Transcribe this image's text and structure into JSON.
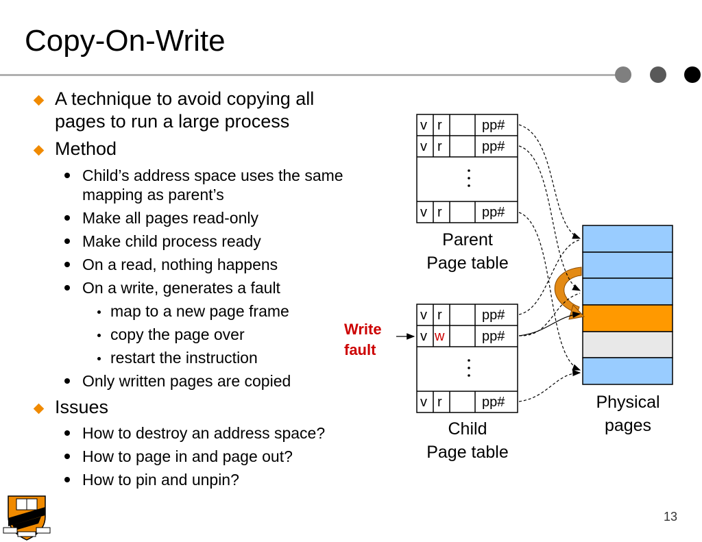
{
  "title": "Copy-On-Write",
  "slide_number": "13",
  "bullets": {
    "b1": "A technique to avoid copying all",
    "b1_cont": "pages to run a large process",
    "b2": "Method",
    "m1": "Child’s address space uses the same",
    "m1_cont": "mapping as parent’s",
    "m2": "Make all pages read-only",
    "m3": "Make child process ready",
    "m4": "On a read, nothing happens",
    "m5": "On a write, generates a fault",
    "s1": "map to a new page frame",
    "s2": "copy the page over",
    "s3": "restart the instruction",
    "m6": "Only written pages are copied",
    "b3": "Issues",
    "i1": "How to destroy an address space?",
    "i2": "How to page in and page out?",
    "i3": "How to pin and unpin?"
  },
  "diagram": {
    "cells": {
      "v": "v",
      "r": "r",
      "w": "w",
      "pp": "pp#"
    },
    "parent_label_1": "Parent",
    "parent_label_2": "Page table",
    "child_label_1": "Child",
    "child_label_2": "Page table",
    "physical_label_1": "Physical",
    "physical_label_2": "pages",
    "write_fault_1": "Write",
    "write_fault_2": "fault"
  },
  "colors": {
    "page_blue": "#99ccff",
    "page_orange": "#ff9900",
    "page_gray": "#e8e8e8",
    "bullet_orange": "#f08a00",
    "fault_red": "#cc0000"
  }
}
